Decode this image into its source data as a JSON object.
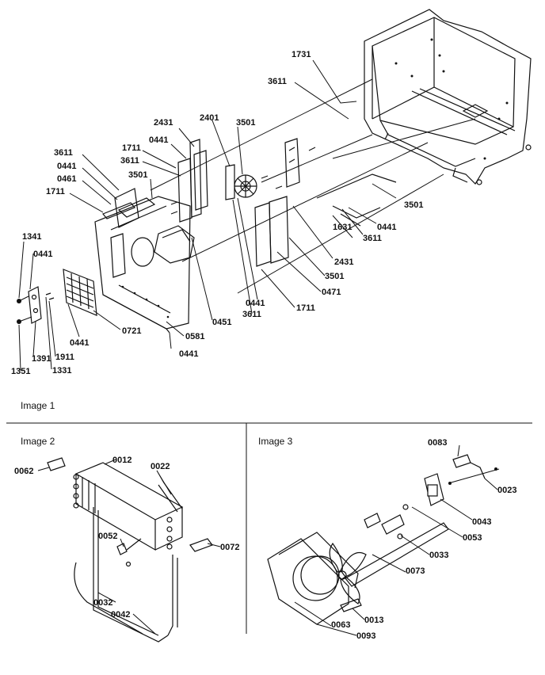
{
  "captions": {
    "image1": "Image 1",
    "image2": "Image 2",
    "image3": "Image 3"
  },
  "image1_labels": [
    "1731",
    "3611",
    "2401",
    "3501",
    "2431",
    "0441",
    "1711",
    "3611",
    "3611",
    "0441",
    "0461",
    "3501",
    "1711",
    "1341",
    "0441",
    "3501",
    "0441",
    "3611",
    "1631",
    "2431",
    "3501",
    "0471",
    "1711",
    "0441",
    "3611",
    "0451",
    "0581",
    "0441",
    "0721",
    "0441",
    "1911",
    "1331",
    "1391",
    "1351"
  ],
  "image2_labels": [
    "0062",
    "0012",
    "0022",
    "0052",
    "0072",
    "0032",
    "0042"
  ],
  "image3_labels": [
    "0083",
    "0023",
    "0043",
    "0053",
    "0033",
    "0073",
    "0013",
    "0093",
    "0063"
  ]
}
